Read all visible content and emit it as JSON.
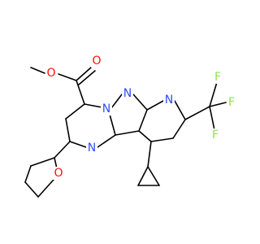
{
  "molecule": {
    "atoms": [
      {
        "id": "O1",
        "symbol": "O",
        "color": "#ff0d0d"
      },
      {
        "id": "O2",
        "symbol": "O",
        "color": "#ff0d0d"
      },
      {
        "id": "O3",
        "symbol": "O",
        "color": "#ff0d0d"
      },
      {
        "id": "N1",
        "symbol": "N",
        "color": "#3050f8"
      },
      {
        "id": "N2",
        "symbol": "N",
        "color": "#3050f8"
      },
      {
        "id": "N3",
        "symbol": "N",
        "color": "#3050f8"
      },
      {
        "id": "N4",
        "symbol": "N",
        "color": "#3050f8"
      },
      {
        "id": "F1",
        "symbol": "F",
        "color": "#90e050"
      },
      {
        "id": "F2",
        "symbol": "F",
        "color": "#90e050"
      },
      {
        "id": "F3",
        "symbol": "F",
        "color": "#90e050"
      }
    ],
    "bond_color": "#000000"
  }
}
